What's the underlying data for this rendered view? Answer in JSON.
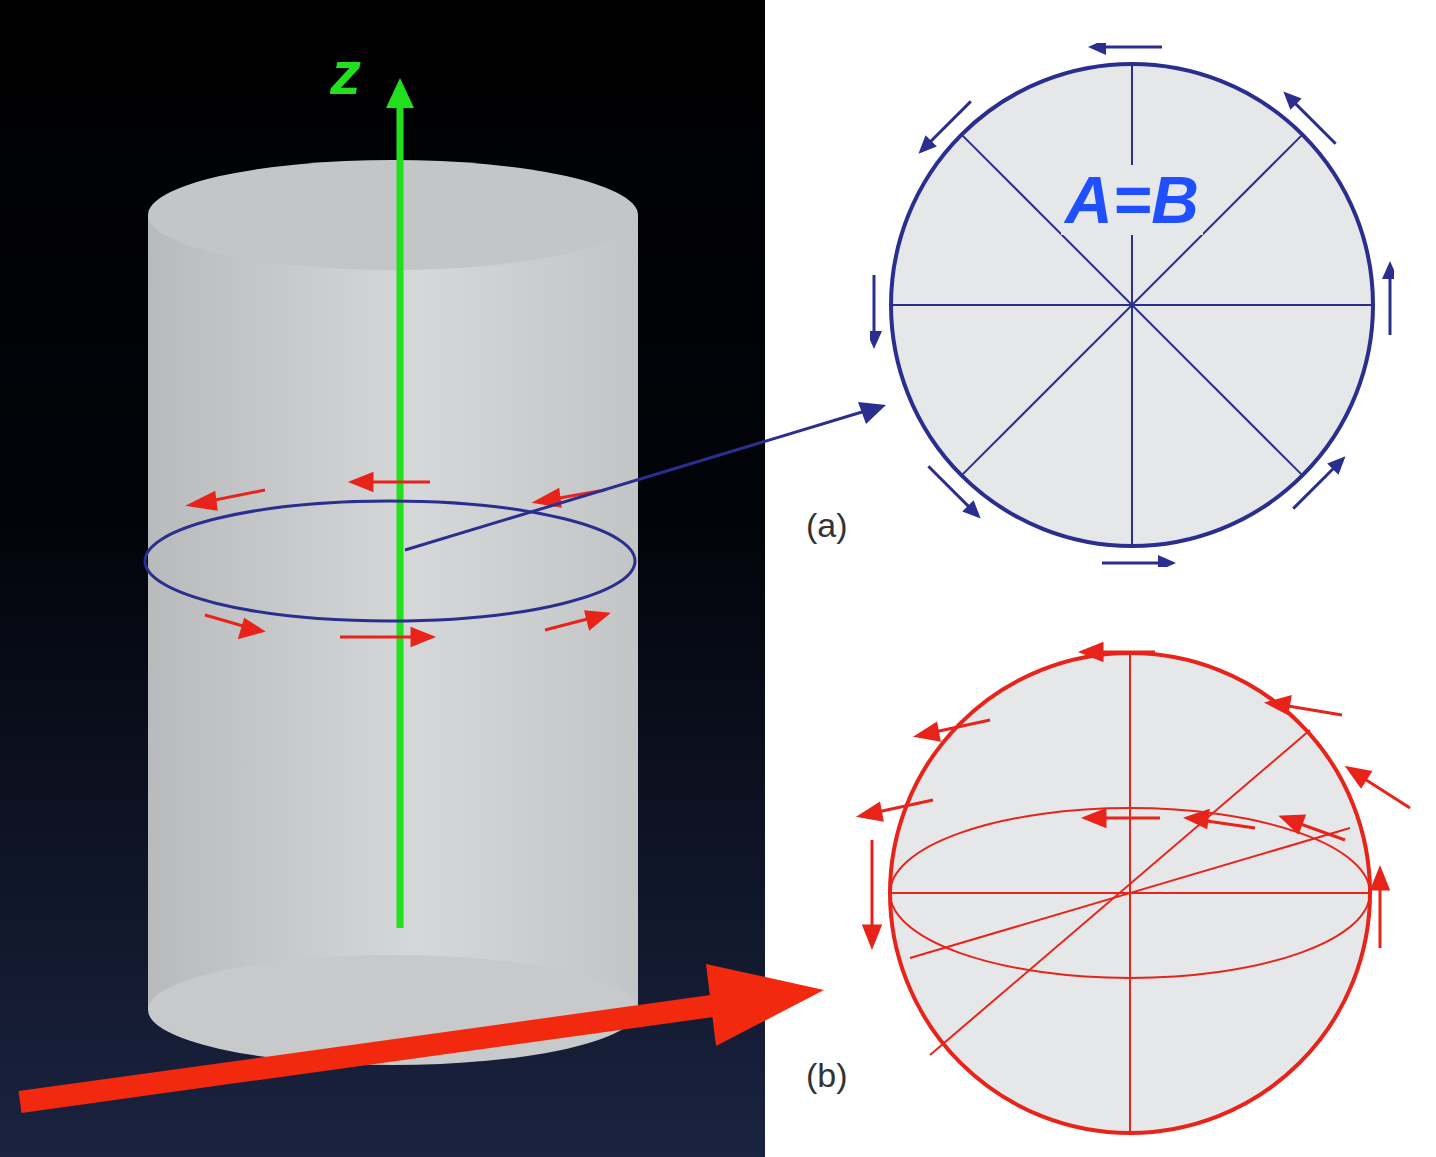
{
  "diagram": {
    "nodes": [
      {
        "text": [
          "A=B"
        ]
      }
    ],
    "labels": [
      "z",
      "(a)",
      "(b)"
    ]
  }
}
